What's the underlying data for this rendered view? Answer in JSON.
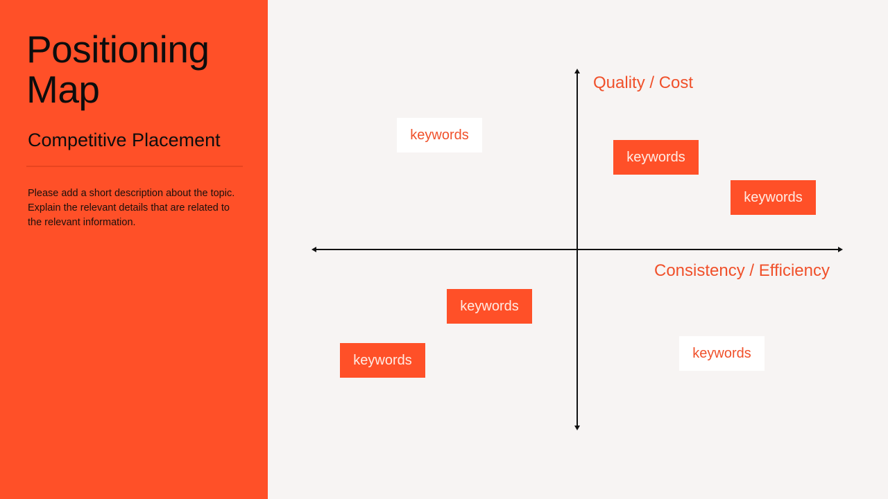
{
  "sidebar": {
    "title": "Positioning Map",
    "subtitle": "Competitive Placement",
    "description": "Please add a short description about the topic. Explain the relevant details that are related to the relevant information."
  },
  "colors": {
    "accent": "#ff5028",
    "background": "#f7f4f3",
    "text_dark": "#0d0d0d",
    "box_white": "#ffffff"
  },
  "map": {
    "y_axis_label": "Quality / Cost",
    "x_axis_label": "Consistency / Efficiency",
    "items": [
      {
        "label": "keywords",
        "style": "outline",
        "quadrant": "top-left"
      },
      {
        "label": "keywords",
        "style": "filled",
        "quadrant": "top-right"
      },
      {
        "label": "keywords",
        "style": "filled",
        "quadrant": "top-right"
      },
      {
        "label": "keywords",
        "style": "filled",
        "quadrant": "bottom-left"
      },
      {
        "label": "keywords",
        "style": "filled",
        "quadrant": "bottom-left"
      },
      {
        "label": "keywords",
        "style": "outline",
        "quadrant": "bottom-right"
      }
    ]
  }
}
